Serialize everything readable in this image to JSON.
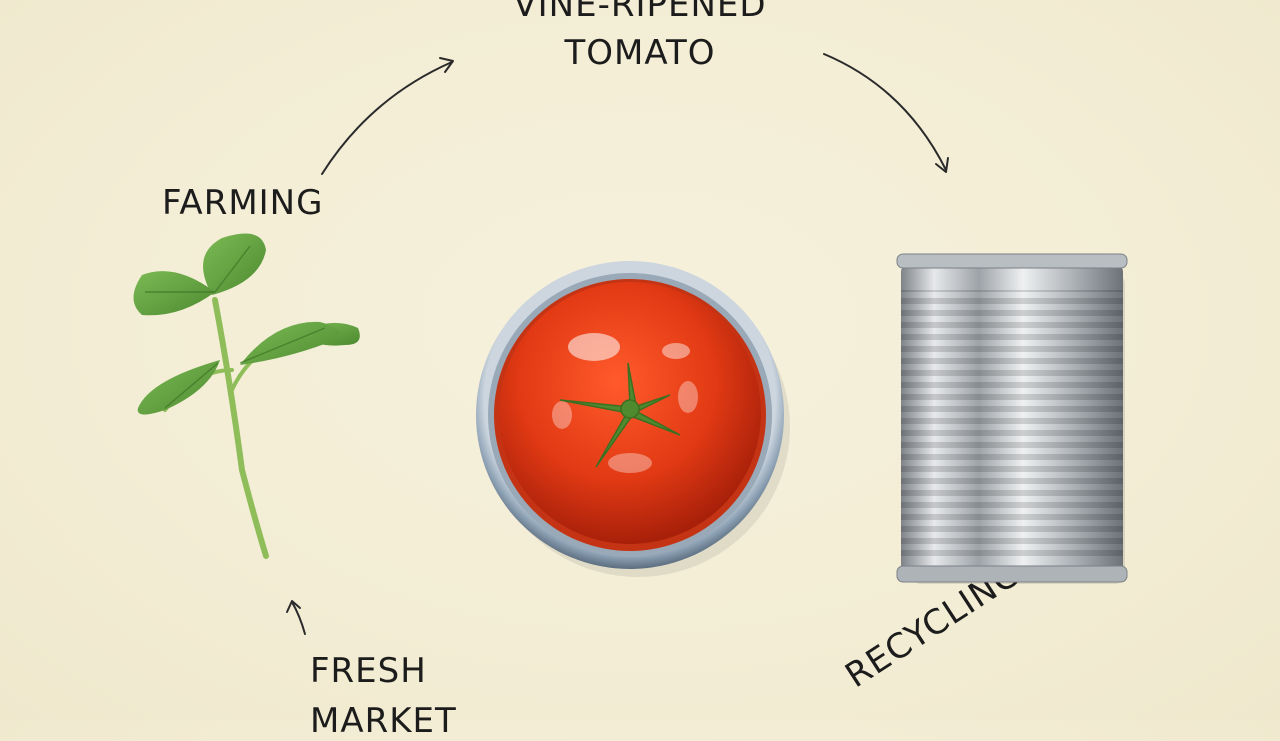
{
  "labels": {
    "vine_ripened_line1": "VINE-RIPENED",
    "vine_ripened_line2": "TOMATO",
    "farming": "FARMING",
    "fresh_line1": "FRESH",
    "fresh_line2": "MARKET",
    "recycling": "RECYCLING"
  },
  "objects": {
    "seedling": "seedling-sprout",
    "tomato_can": "tomato-in-open-can",
    "empty_can": "empty-tin-can"
  },
  "colors": {
    "background": "#f3edd5",
    "tomato": "#e23a14",
    "leaf": "#5e9a3c",
    "can_rim": "#8fa3b6",
    "text": "#1c1c1c"
  }
}
